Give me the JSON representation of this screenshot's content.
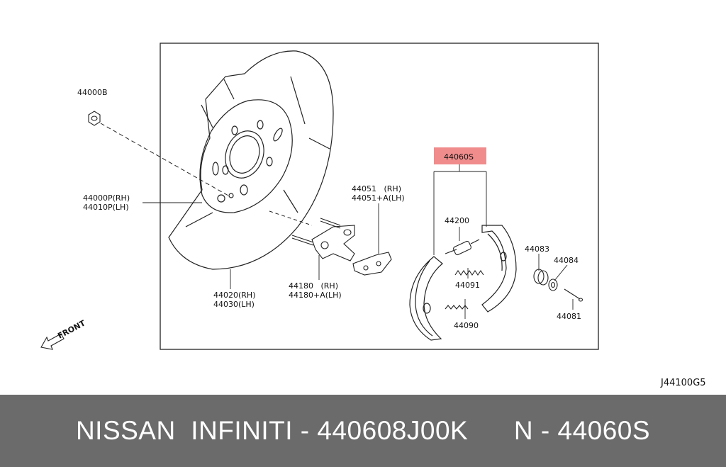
{
  "diagram": {
    "code": "J44100G5",
    "front_label": "FRONT",
    "highlight_color": "#f08c8c",
    "parts": {
      "p44000b": "44000B",
      "p44000p": "44000P(RH)",
      "p44010p": "44010P(LH)",
      "p44020": "44020(RH)",
      "p44030": "44030(LH)",
      "p44051": "44051   (RH)",
      "p44051a": "44051+A(LH)",
      "p44180": "44180   (RH)",
      "p44180a": "44180+A(LH)",
      "p44060s": "44060S",
      "p44200": "44200",
      "p44091": "44091",
      "p44090": "44090",
      "p44083": "44083",
      "p44084": "44084",
      "p44081": "44081"
    }
  },
  "footer": {
    "brand": "NISSAN  INFINITI - 440608J00K",
    "ref": "N - 44060S"
  }
}
